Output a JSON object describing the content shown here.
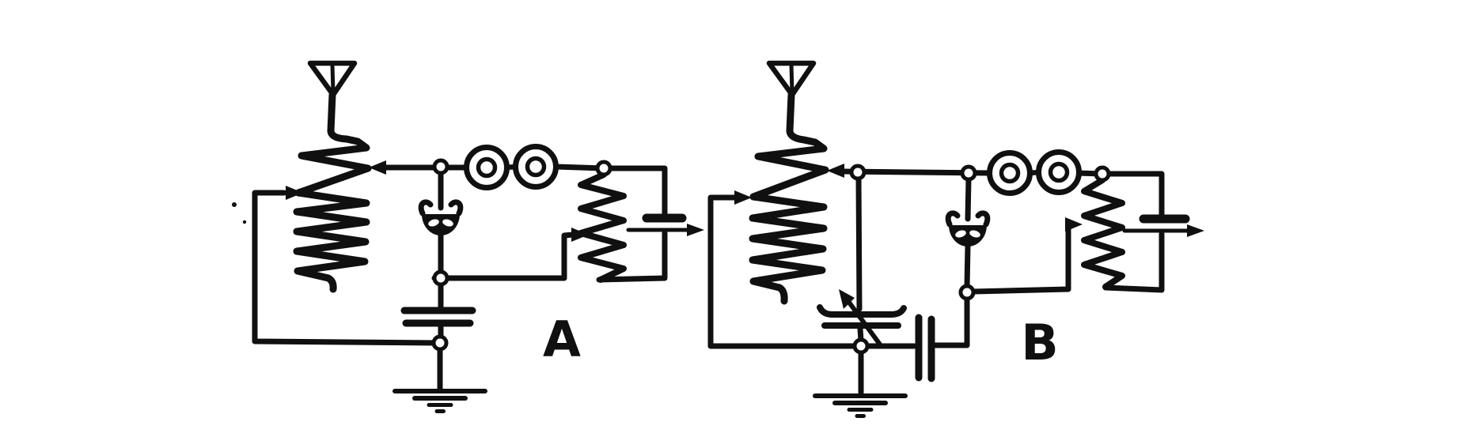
{
  "figure": {
    "kind": "radio-receiver-schematic",
    "background_color": "#ffffff",
    "ink_color": "#101010",
    "circuits": [
      {
        "label": "A",
        "components": [
          "antenna",
          "slider-tapped-tuning-coil",
          "coil-tap-arrows",
          "crystal-detector",
          "headphones-pair",
          "potentiometer-with-tap-arrow",
          "battery-cell-with-arrow",
          "fixed-capacitor",
          "earth-ground",
          "junction-nodes"
        ]
      },
      {
        "label": "B",
        "components": [
          "antenna",
          "slider-tapped-tuning-coil",
          "coil-tap-arrows",
          "crystal-detector",
          "headphones-pair",
          "potentiometer-with-tap-arrow",
          "battery-cell-with-arrow",
          "variable-capacitor",
          "series-blocking-capacitor",
          "earth-ground",
          "junction-nodes"
        ]
      }
    ]
  }
}
